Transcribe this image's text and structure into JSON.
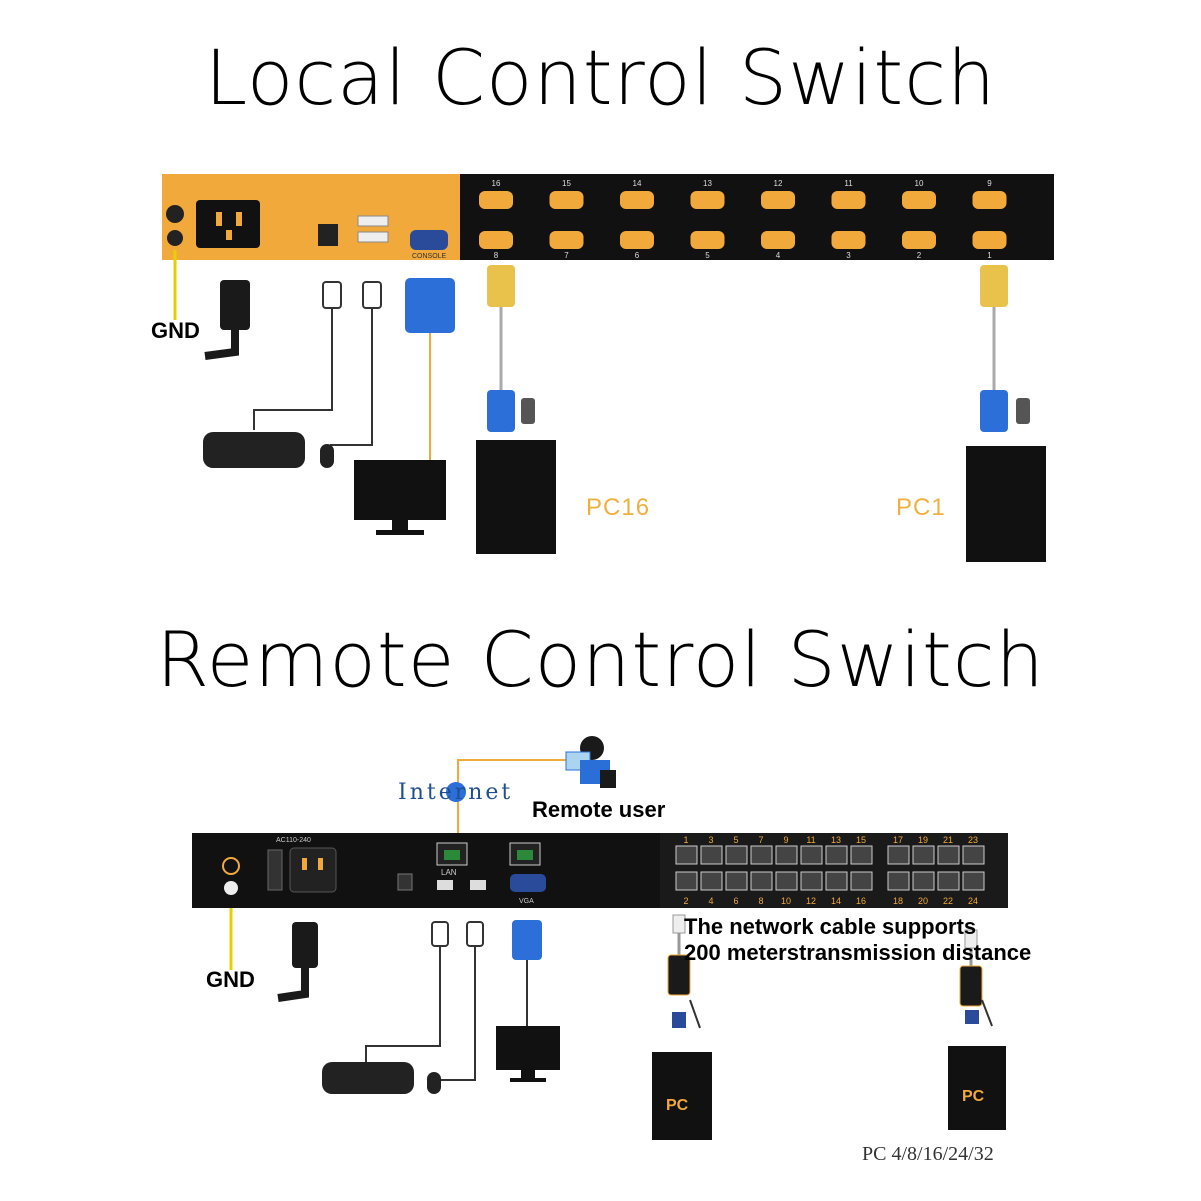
{
  "top": {
    "title": "Local Control Switch",
    "gnd": "GND",
    "pc_left": "PC16",
    "pc_right": "PC1",
    "ports_top": [
      "16",
      "15",
      "14",
      "13",
      "12",
      "11",
      "10",
      "9"
    ],
    "ports_bottom": [
      "8",
      "7",
      "6",
      "5",
      "4",
      "3",
      "2",
      "1"
    ],
    "console_label": "CONSOLE",
    "accent": "#f2a93b"
  },
  "bottom": {
    "title": "Remote Control Switch",
    "internet": "Internet",
    "remote_user": "Remote user",
    "gnd": "GND",
    "lan_label": "LAN",
    "vga_label": "VGA",
    "power_label": "AC110-240",
    "ports_odd": [
      "1",
      "3",
      "5",
      "7",
      "9",
      "11",
      "13",
      "15",
      "17",
      "19",
      "21",
      "23"
    ],
    "ports_even": [
      "2",
      "4",
      "6",
      "8",
      "10",
      "12",
      "14",
      "16",
      "18",
      "20",
      "22",
      "24"
    ],
    "note_line1": "The network cable supports",
    "note_line2": "200 meterstransmission distance",
    "pc_box_label": "PC",
    "pc_models": "PC 4/8/16/24/32",
    "accent": "#f2a93b"
  }
}
